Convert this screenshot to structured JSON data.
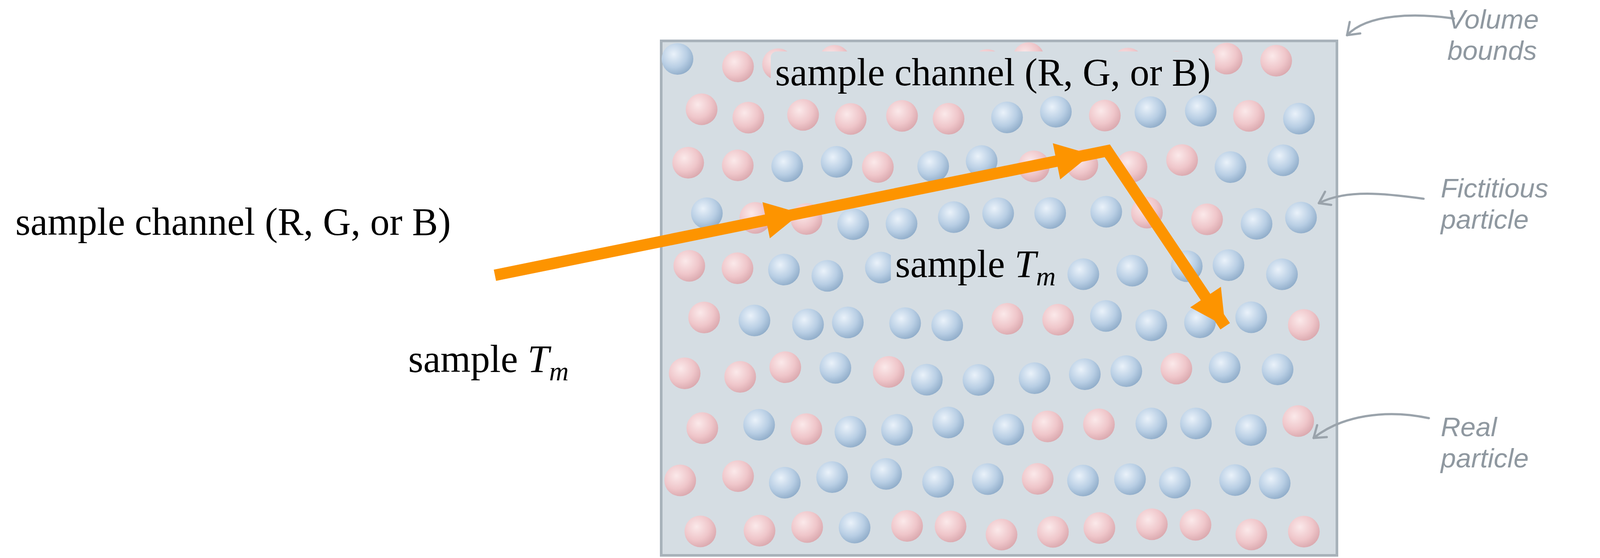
{
  "diagram": {
    "labels": [
      "sample channel (R, G, or B)",
      "sample channel (R, G, or B)",
      "sample Tm",
      "sample Tm",
      "Volume bounds",
      "Fictitious particle",
      "Real particle"
    ]
  }
}
